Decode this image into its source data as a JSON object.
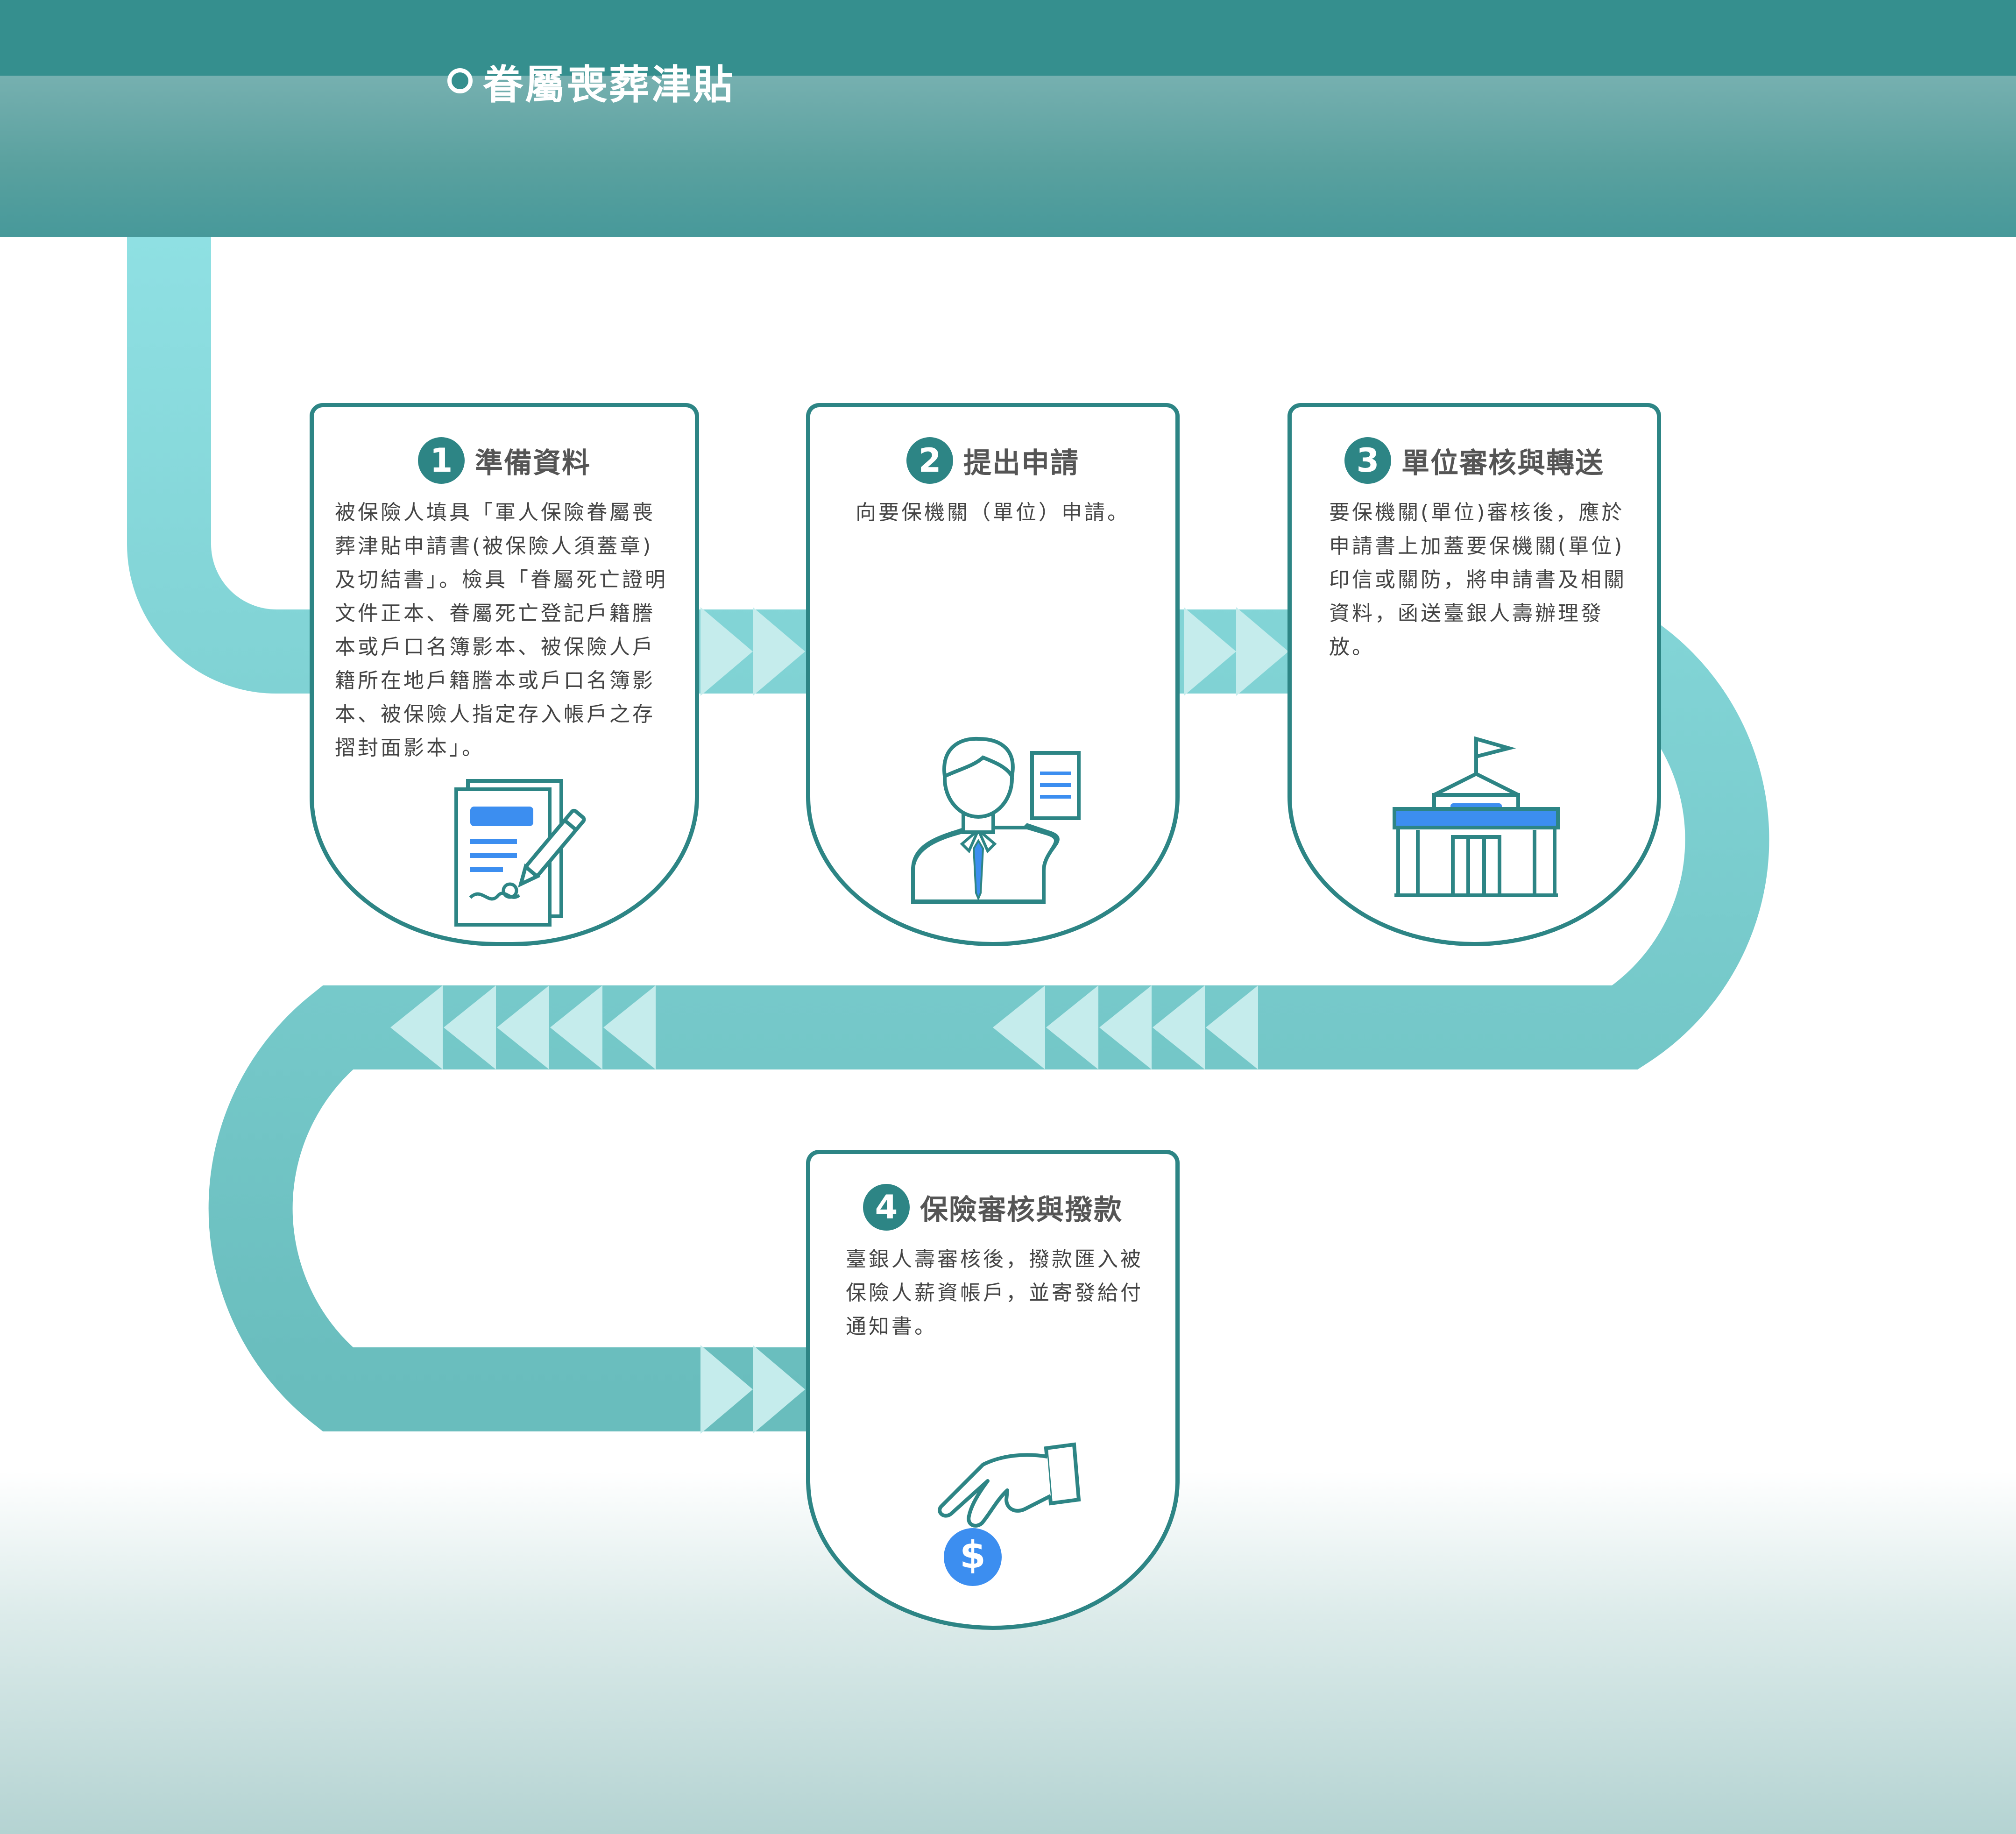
{
  "header": {
    "title": "眷屬喪葬津貼"
  },
  "colors": {
    "teal_dark": "#2d8585",
    "teal_track": "#78c9c9",
    "icon_blue": "#3c8ef0"
  },
  "steps": [
    {
      "number": "1",
      "title": "準備資料",
      "icon": "document-signature-icon",
      "body": "被保險人填具「軍人保險眷屬喪葬津貼申請書(被保險人須蓋章)及切結書」。檢具「眷屬死亡證明文件正本、眷屬死亡登記戶籍謄本或戶口名簿影本、被保險人戶籍所在地戶籍謄本或戶口名簿影本、被保險人指定存入帳戶之存摺封面影本」。"
    },
    {
      "number": "2",
      "title": "提出申請",
      "icon": "person-document-icon",
      "body": "向要保機關（單位）申請。"
    },
    {
      "number": "3",
      "title": "單位審核與轉送",
      "icon": "government-building-icon",
      "body": "要保機關(單位)審核後，應於申請書上加蓋要保機關(單位)印信或關防，將申請書及相關資料，函送臺銀人壽辦理發放。"
    },
    {
      "number": "4",
      "title": "保險審核與撥款",
      "icon": "hand-money-icon",
      "body": "臺銀人壽審核後，撥款匯入被保險人薪資帳戶，並寄發給付通知書。"
    }
  ]
}
